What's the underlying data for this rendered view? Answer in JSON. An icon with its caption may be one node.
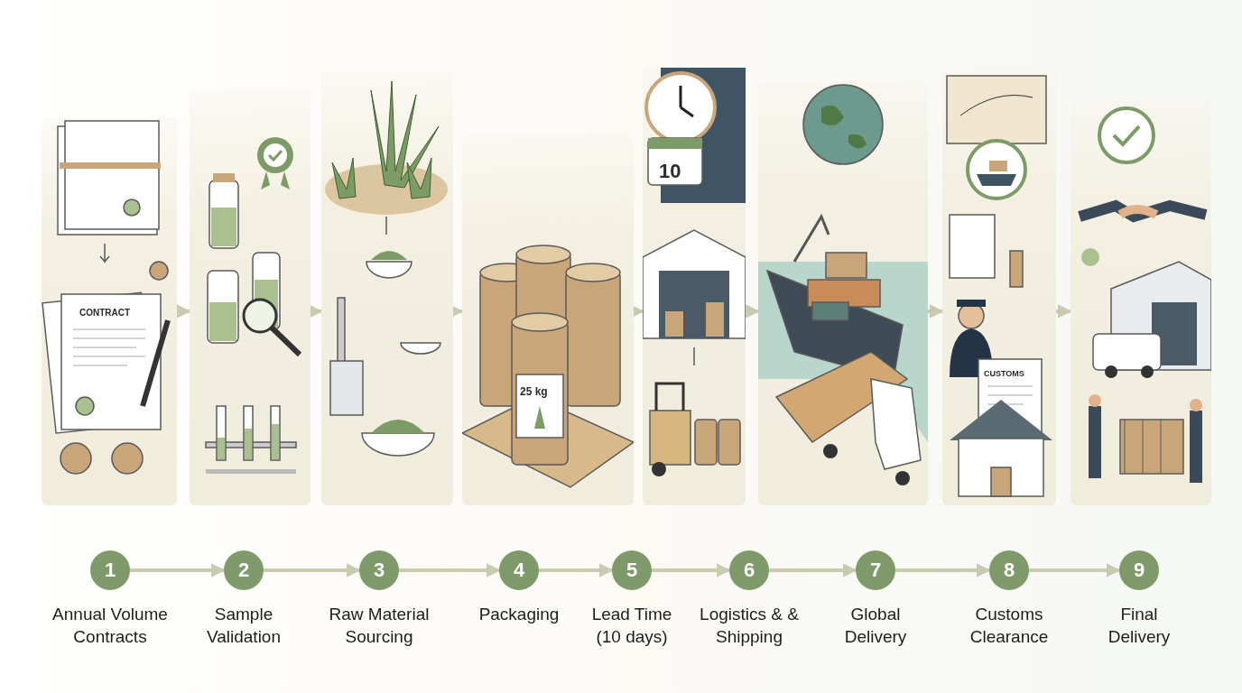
{
  "diagram": {
    "nodes": [
      {
        "text": [],
        "shape": "picture"
      },
      {
        "text": [],
        "shape": "picture"
      },
      {
        "text": [],
        "shape": "picture"
      },
      {
        "text": [],
        "shape": "picture"
      },
      {
        "text": [],
        "shape": "picture"
      },
      {
        "text": [],
        "shape": "picture"
      },
      {
        "text": [],
        "shape": "picture"
      },
      {
        "text": [],
        "shape": "picture"
      },
      {
        "text": [
          "1"
        ],
        "beside": [
          "Annual Volume Contracts"
        ]
      },
      {
        "text": [
          "2"
        ],
        "beside": [
          "Sample Validation"
        ]
      },
      {
        "text": [
          "3"
        ],
        "beside": [
          "Raw Material Sourcing"
        ]
      },
      {
        "text": [
          "4"
        ],
        "beside": [
          "Packaging"
        ]
      },
      {
        "text": [
          "5"
        ],
        "beside": [
          "Lead Time (10 days)"
        ]
      },
      {
        "text": [
          "6"
        ],
        "beside": [
          "Logistics & & Shipping"
        ]
      },
      {
        "text": [
          "7"
        ],
        "beside": [
          "Global Delivery"
        ]
      },
      {
        "text": [
          "8"
        ],
        "beside": [
          "Customs Clearance"
        ]
      },
      {
        "text": [
          "9"
        ],
        "beside": [
          "Final Delivery"
        ]
      }
    ],
    "edges": [
      {
        "from": 0,
        "to": 1,
        "arrow": "to"
      },
      {
        "from": 1,
        "to": 2,
        "arrow": "to"
      },
      {
        "from": 2,
        "to": 3,
        "arrow": "to"
      },
      {
        "from": 3,
        "to": 4,
        "arrow": "to"
      },
      {
        "from": 4,
        "to": 5,
        "arrow": "to"
      },
      {
        "from": 5,
        "to": 6,
        "arrow": "to"
      },
      {
        "from": 6,
        "to": 7,
        "arrow": "to"
      },
      {
        "from": 8,
        "to": 9,
        "arrow": "to"
      },
      {
        "from": 9,
        "to": 10,
        "arrow": "to"
      },
      {
        "from": 10,
        "to": 11,
        "arrow": "to"
      },
      {
        "from": 11,
        "to": 12,
        "arrow": "to"
      },
      {
        "from": 12,
        "to": 13,
        "arrow": "to"
      },
      {
        "from": 13,
        "to": 14,
        "arrow": "to"
      },
      {
        "from": 14,
        "to": 15,
        "arrow": "to"
      },
      {
        "from": 15,
        "to": 16,
        "arrow": "to"
      }
    ],
    "labels": [
      "CONTRACT",
      "25 kg",
      "10",
      "CUSTOMS"
    ]
  }
}
